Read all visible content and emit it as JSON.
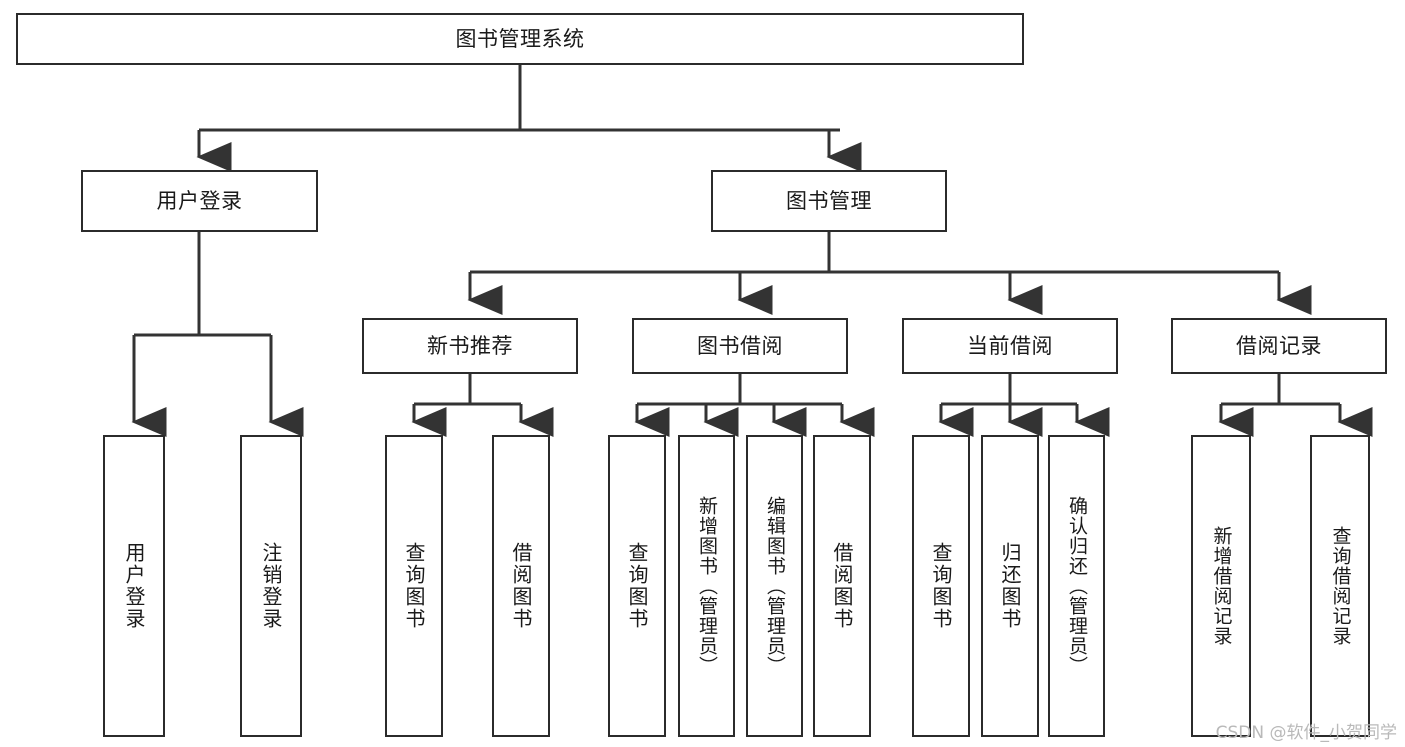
{
  "diagram": {
    "type": "tree",
    "title_node": {
      "id": "root",
      "label": "图书管理系统"
    },
    "level2": [
      {
        "id": "user-login",
        "label": "用户登录"
      },
      {
        "id": "book-manage",
        "label": "图书管理"
      }
    ],
    "level3": [
      {
        "id": "new-book-recommend",
        "label": "新书推荐",
        "parent": "book-manage"
      },
      {
        "id": "book-borrow",
        "label": "图书借阅",
        "parent": "book-manage"
      },
      {
        "id": "current-borrow",
        "label": "当前借阅",
        "parent": "book-manage"
      },
      {
        "id": "borrow-record",
        "label": "借阅记录",
        "parent": "book-manage"
      }
    ],
    "leaves": {
      "user_login": [
        {
          "id": "leaf-user-login",
          "label": "用户登录"
        },
        {
          "id": "leaf-logout-login",
          "label": "注销登录"
        }
      ],
      "new_book_recommend": [
        {
          "id": "leaf-query-book-1",
          "label": "查询图书"
        },
        {
          "id": "leaf-borrow-book-1",
          "label": "借阅图书"
        }
      ],
      "book_borrow": [
        {
          "id": "leaf-query-book-2",
          "label": "查询图书"
        },
        {
          "id": "leaf-add-book",
          "label": "新增图书（管理员）"
        },
        {
          "id": "leaf-edit-book",
          "label": "编辑图书（管理员）"
        },
        {
          "id": "leaf-borrow-book-2",
          "label": "借阅图书"
        }
      ],
      "current_borrow": [
        {
          "id": "leaf-query-book-3",
          "label": "查询图书"
        },
        {
          "id": "leaf-return-book",
          "label": "归还图书"
        },
        {
          "id": "leaf-confirm-return",
          "label": "确认归还（管理员）"
        }
      ],
      "borrow_record": [
        {
          "id": "leaf-add-record",
          "label": "新增借阅记录"
        },
        {
          "id": "leaf-query-record",
          "label": "查询借阅记录"
        }
      ]
    },
    "colors": {
      "background": "#ffffff",
      "box_border": "#2b2b2b",
      "box_fill": "#ffffff",
      "text": "#1a1a1a",
      "edge": "#333333",
      "watermark": "#b9b9b9"
    }
  },
  "watermark": {
    "text": "CSDN @软件_小贺同学"
  }
}
